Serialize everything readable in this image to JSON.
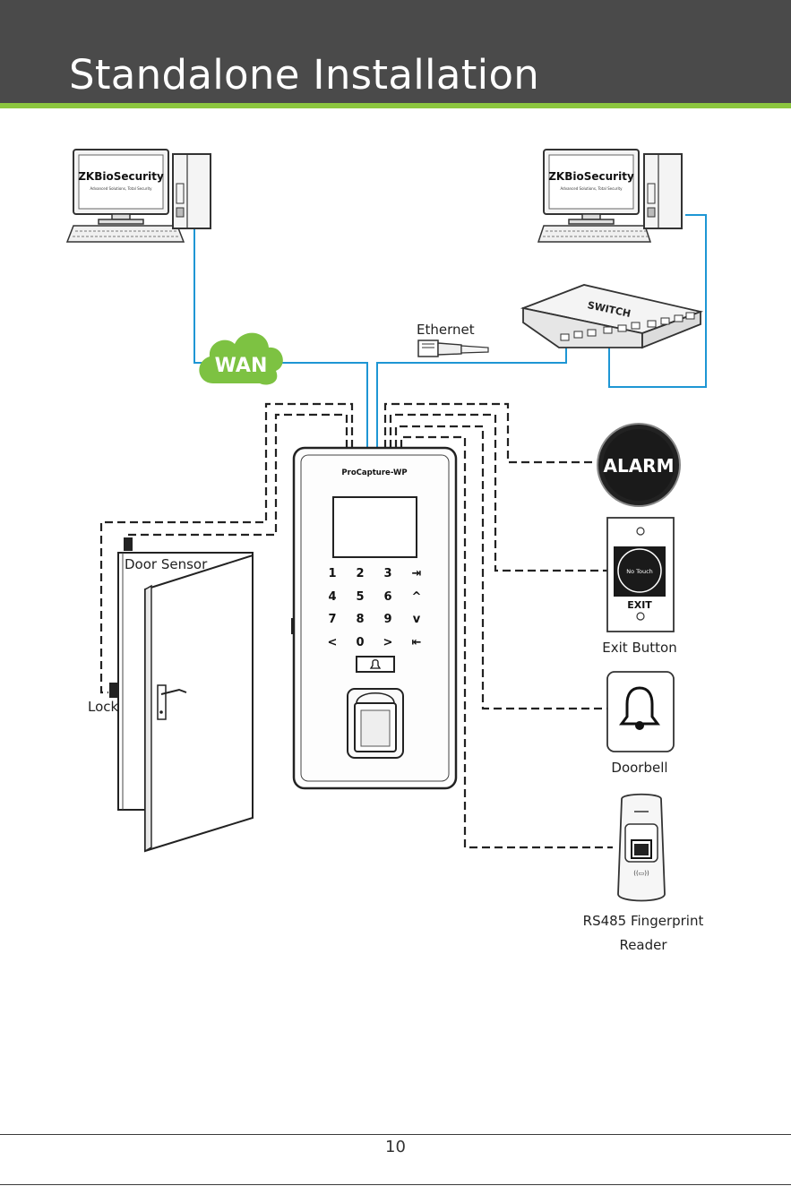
{
  "header": {
    "title": "Standalone Installation"
  },
  "colors": {
    "header_bg": "#4a4a4a",
    "accent": "#8cc63f",
    "network": "#1e96d4",
    "wan_cloud": "#7dc242",
    "wiring": "#222222"
  },
  "pc_left": {
    "brand": "ZKBioSecurity",
    "tagline": "Advanced Solutions, Total Security",
    "icon": "desktop-computer-icon"
  },
  "pc_right": {
    "brand": "ZKBioSecurity",
    "tagline": "Advanced Solutions, Total Security",
    "icon": "desktop-computer-icon"
  },
  "switch": {
    "label": "SWITCH"
  },
  "wan": {
    "label": "WAN"
  },
  "ethernet": {
    "label": "Ethernet"
  },
  "device": {
    "model": "ProCapture-WP",
    "keys": [
      "1",
      "2",
      "3",
      "⇥",
      "4",
      "5",
      "6",
      "^",
      "7",
      "8",
      "9",
      "v",
      "<",
      "0",
      ">",
      "⇤"
    ],
    "bell_icon": "bell-icon"
  },
  "door": {
    "sensor_label": "Door Sensor",
    "lock_label": "Lock"
  },
  "alarm": {
    "label": "ALARM"
  },
  "exit_button": {
    "face_text": "No Touch",
    "exit_text": "EXIT",
    "label": "Exit Button"
  },
  "doorbell": {
    "label": "Doorbell",
    "icon": "bell-icon"
  },
  "reader": {
    "label_line1": "RS485 Fingerprint",
    "label_line2": "Reader"
  },
  "footer": {
    "page_number": "10"
  }
}
